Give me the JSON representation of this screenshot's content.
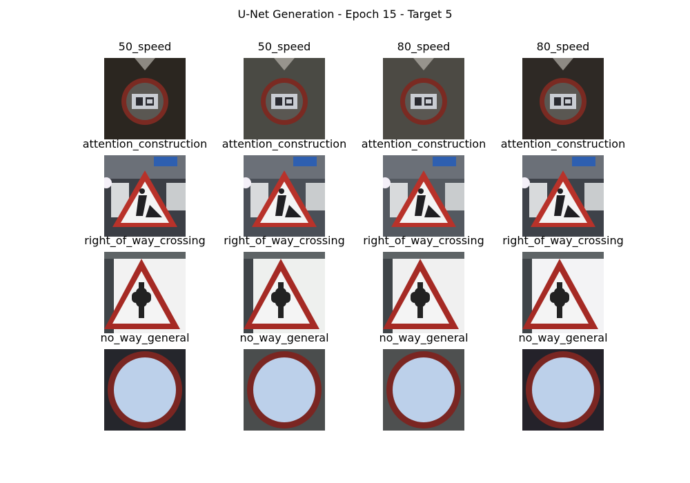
{
  "title": "U-Net Generation - Epoch 15 - Target 5",
  "rows": [
    {
      "sign": "speed-limit-sign",
      "labels": [
        "50_speed",
        "50_speed",
        "80_speed",
        "80_speed"
      ],
      "tones": [
        "#2b2620",
        "#4a4a44",
        "#4c4a44",
        "#2e2925"
      ]
    },
    {
      "sign": "construction-warning-sign",
      "labels": [
        "attention_construction",
        "attention_construction",
        "attention_construction",
        "attention_construction"
      ],
      "tones": [
        "#3b3e45",
        "#4a4f57",
        "#545960",
        "#3e4249"
      ]
    },
    {
      "sign": "right-of-way-sign",
      "labels": [
        "right_of_way_crossing",
        "right_of_way_crossing",
        "right_of_way_crossing",
        "right_of_way_crossing"
      ],
      "tones": [
        "#f2f2f2",
        "#eef0ee",
        "#f0f0f0",
        "#f3f3f5"
      ]
    },
    {
      "sign": "no-way-sign",
      "labels": [
        "no_way_general",
        "no_way_general",
        "no_way_general",
        "no_way_general"
      ],
      "tones": [
        "#25262c",
        "#4a4d4d",
        "#4e5050",
        "#24222a"
      ]
    }
  ]
}
